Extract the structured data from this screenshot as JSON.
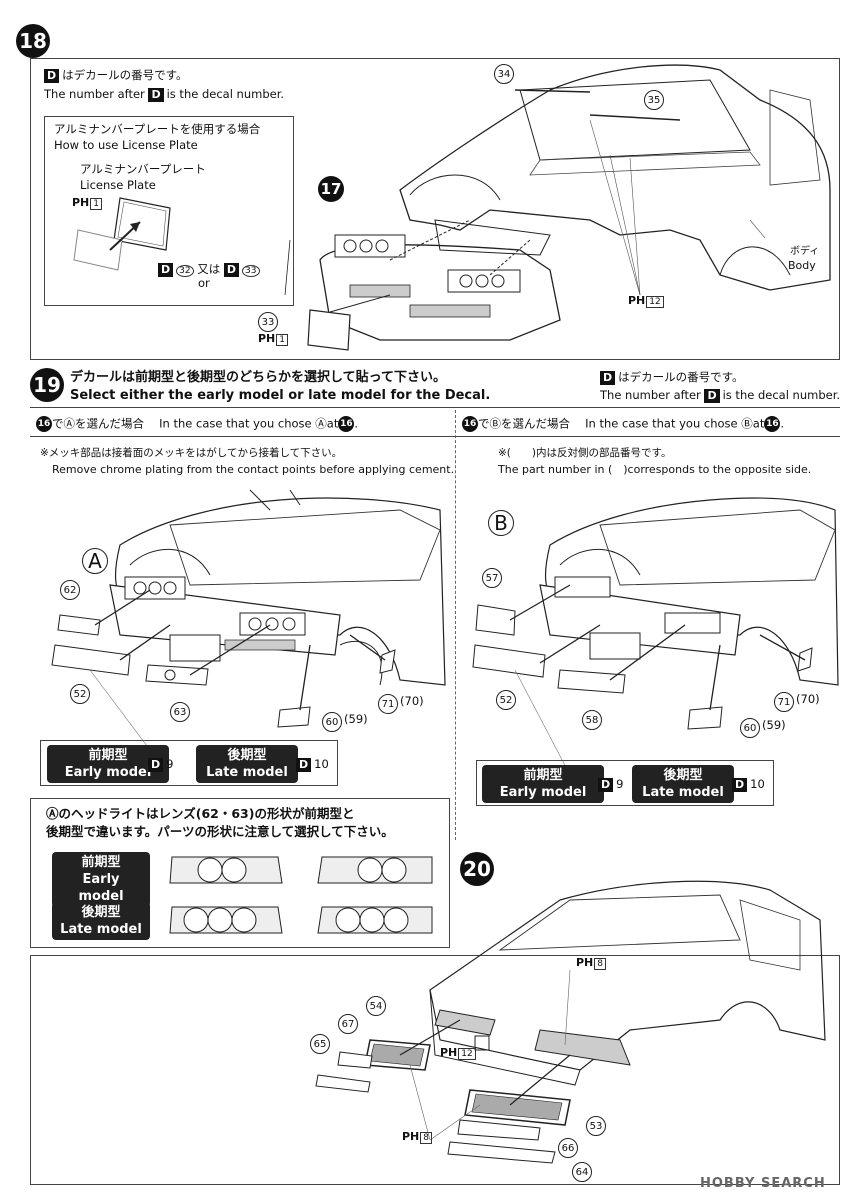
{
  "step18": {
    "number": "18",
    "decal_jp": "はデカールの番号です。",
    "decal_en_pre": "The number after",
    "decal_en_post": "is the decal number.",
    "d": "D",
    "plate_title_jp": "アルミナンバープレートを使用する場合",
    "plate_title_en": "How to use License Plate",
    "plate_label_jp": "アルミナンバープレート",
    "plate_label_en": "License Plate",
    "ph_label": "PH",
    "ph1": "1",
    "decal32": "32",
    "or_jp": "又は",
    "or_en": "or",
    "decal33": "33",
    "part17": "17",
    "part34": "34",
    "part35": "35",
    "part33": "33",
    "ph12": "12",
    "body_jp": "ボディ",
    "body_en": "Body"
  },
  "step19": {
    "number": "19",
    "title_jp": "デカールは前期型と後期型のどちらかを選択して貼って下さい。",
    "title_en": "Select either the early model or late model for the Decal.",
    "decal_jp": "はデカールの番号です。",
    "decal_en_pre": "The number after",
    "decal_en_post": "is the decal number.",
    "caseA_jp": "でⒶを選んだ場合",
    "caseA_en": "In the case that you chose Ⓐat",
    "caseB_jp": "でⒷを選んだ場合",
    "caseB_en": "In the case that you chose Ⓑat",
    "ref16": "16",
    "chrome_jp": "※メッキ部品は接着面のメッキをはがしてから接着して下さい。",
    "chrome_en": "Remove chrome plating from the contact points before applying cement.",
    "opp_jp": "※(　　)内は反対側の部品番号です。",
    "opp_en": "The part number in (　)corresponds to the opposite side.",
    "labelA": "A",
    "labelB": "B",
    "a_parts": [
      "62",
      "52",
      "63",
      "71",
      "70",
      "60",
      "59"
    ],
    "b_parts": [
      "57",
      "52",
      "58",
      "71",
      "70",
      "60",
      "59"
    ],
    "early_jp": "前期型",
    "early_en": "Early model",
    "late_jp": "後期型",
    "late_en": "Late model",
    "decal9": "9",
    "decal10": "10",
    "note_line1": "Ⓐのヘッドライトはレンズ(62・63)の形状が前期型と",
    "note_line2": "後期型で違います。パーツの形状に注意して選択して下さい。"
  },
  "step20": {
    "number": "20",
    "parts": [
      "54",
      "67",
      "65",
      "53",
      "66",
      "64"
    ],
    "ph8": "8",
    "ph12": "12"
  },
  "watermark": "HOBBY SEARCH"
}
